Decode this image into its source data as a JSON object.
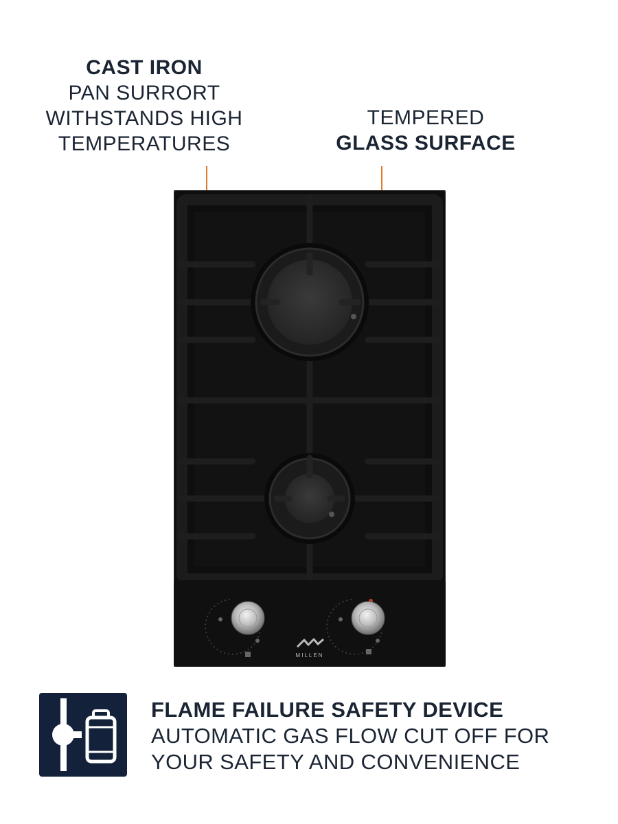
{
  "callouts": {
    "cast_iron": {
      "title": "CAST IRON",
      "line1": "PAN SURRORT",
      "line2": "WITHSTANDS HIGH",
      "line3": "TEMPERATURES"
    },
    "glass": {
      "line1": "TEMPERED",
      "title": "GLASS SURFACE"
    }
  },
  "product": {
    "brand": "MILLEN",
    "burners": 2,
    "knobs": 2
  },
  "feature": {
    "icon": "gas-cylinder-valve-icon",
    "title": "FLAME FAILURE SAFETY DEVICE",
    "desc_line1": "AUTOMATIC GAS FLOW CUT OFF FOR",
    "desc_line2": "YOUR SAFETY AND CONVENIENCE"
  },
  "colors": {
    "accent": "#e07a2b",
    "text": "#1a2433",
    "icon_bg": "#13213a",
    "glass": "#111111"
  }
}
